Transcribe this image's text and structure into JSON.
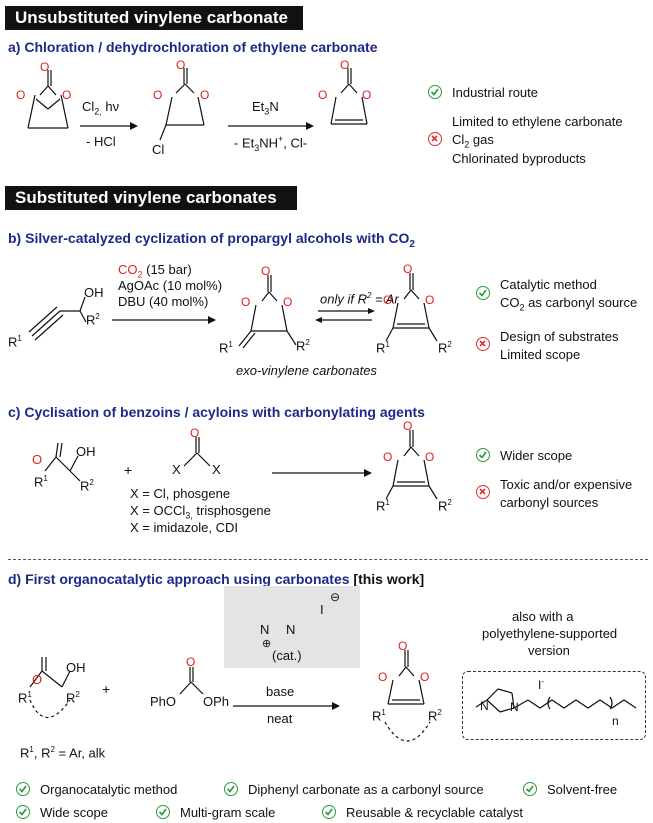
{
  "banners": {
    "unsubstituted": "Unsubstituted vinylene carbonate",
    "substituted": "Substituted vinylene carbonates"
  },
  "sections": {
    "a": {
      "heading": "a) Chloration / dehydrochloration of ethylene carbonate",
      "step1_top": "Cl2, hν",
      "step1_bottom": "- HCl",
      "step2_top": "Et3N",
      "step2_bottom": "- Et3NH+, Cl-",
      "cl_label": "Cl",
      "pros": [
        "Industrial route"
      ],
      "cons": [
        "Limited to ethylene carbonate",
        "Cl2 gas",
        "Chlorinated byproducts"
      ]
    },
    "b": {
      "heading_main": "b) Silver-catalyzed cyclization of propargyl alcohols with CO",
      "heading_sub": "2",
      "cond_co2": "CO2",
      "cond_co2_rest": " (15 bar)",
      "cond2": "AgOAc (10 mol%)",
      "cond3": "DBU (40 mol%)",
      "equilibrium_note": "only if R2 = Ar",
      "product_caption": "exo-vinylene carbonates",
      "pros": [
        "Catalytic method",
        "CO2 as carbonyl source"
      ],
      "cons": [
        "Design of substrates",
        "Limited scope"
      ]
    },
    "c": {
      "heading": "c) Cyclisation of benzoins / acyloins with carbonylating agents",
      "x_options": [
        "X = Cl, phosgene",
        "X = OCCl3, trisphosgene",
        "X = imidazole, CDI"
      ],
      "plus": "+",
      "pros": [
        "Wider scope"
      ],
      "cons": [
        "Toxic and/or expensive",
        "carbonyl sources"
      ]
    },
    "d": {
      "heading_main": "d) First organocatalytic approach using carbonates ",
      "heading_tag": "[this work]",
      "catalyst_label": "(cat.)",
      "reagent": "PhO  OPh",
      "plus": "+",
      "base": "base",
      "neat": "neat",
      "r_def": "R1,  R2 = Ar, alk",
      "pe_note": [
        "also with a",
        "polyethylene-supported",
        "version"
      ],
      "features": [
        "Organocatalytic method",
        "Diphenyl carbonate as a carbonyl source",
        "Solvent-free",
        "Wide scope",
        "Multi-gram scale",
        "Reusable & recyclable catalyst"
      ]
    }
  },
  "colors": {
    "heading": "#1c2a87",
    "oxygen": "#e01f1f",
    "pro": "#2f9a3a",
    "con": "#e03131"
  }
}
